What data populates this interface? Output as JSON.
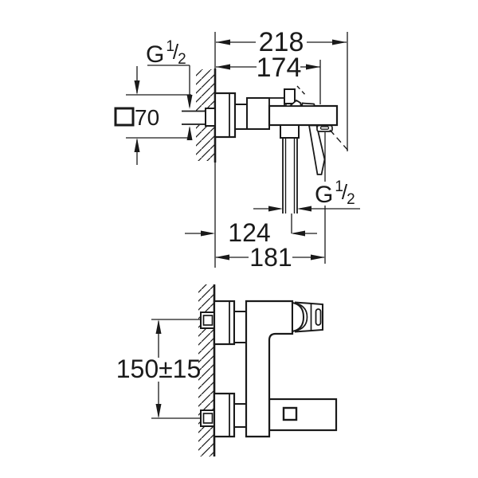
{
  "drawing": {
    "background_color": "#ffffff",
    "line_color": "#1a1a1a",
    "dimensions": {
      "overall_reach": "218",
      "body_reach": "174",
      "outlet_offset": "124",
      "lower_reach": "181",
      "escutcheon_size": "70",
      "connection_spacing": "150±15",
      "thread_top": {
        "letter": "G",
        "numerator": "1",
        "slash": "/",
        "denominator": "2"
      },
      "thread_bottom": {
        "letter": "G",
        "numerator": "1",
        "slash": "/",
        "denominator": "2"
      }
    }
  }
}
